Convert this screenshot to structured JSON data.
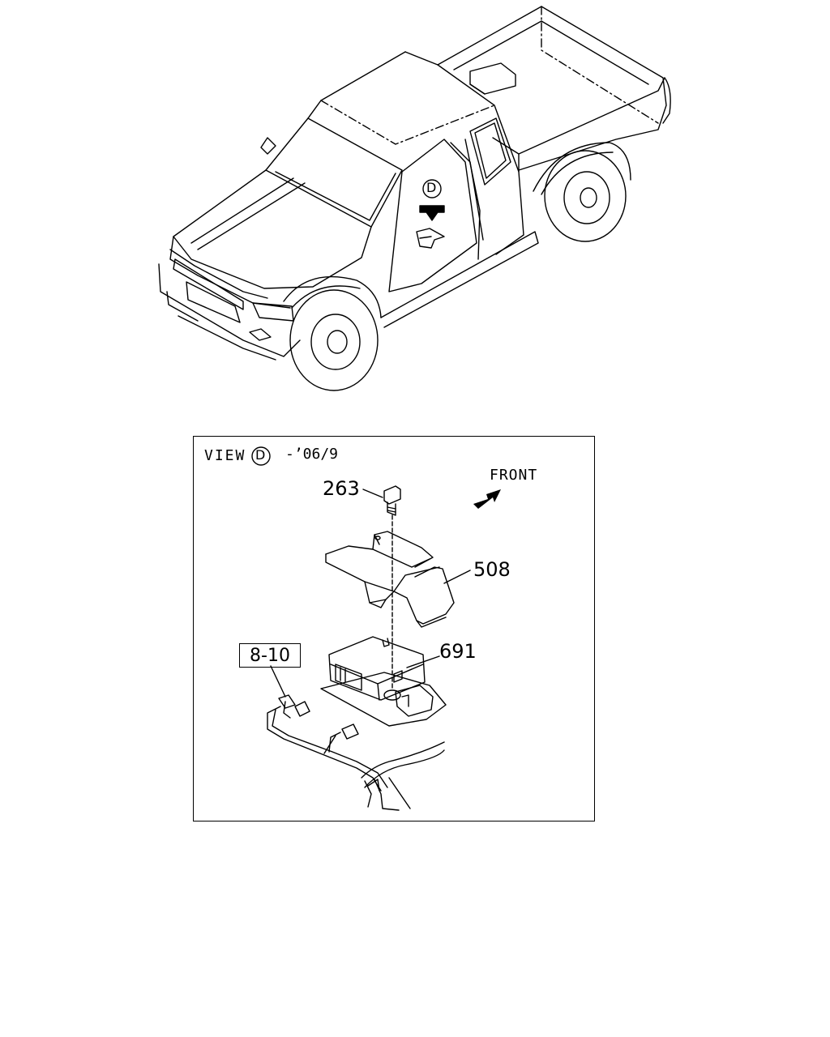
{
  "view": {
    "title": "VIEW",
    "marker": "D",
    "date": "-’06/9",
    "direction_label": "FRONT"
  },
  "truck": {
    "view_marker": "D"
  },
  "parts": {
    "bolt": "263",
    "bracket": "508",
    "control_unit": "691",
    "harness_ref": "8-10"
  }
}
